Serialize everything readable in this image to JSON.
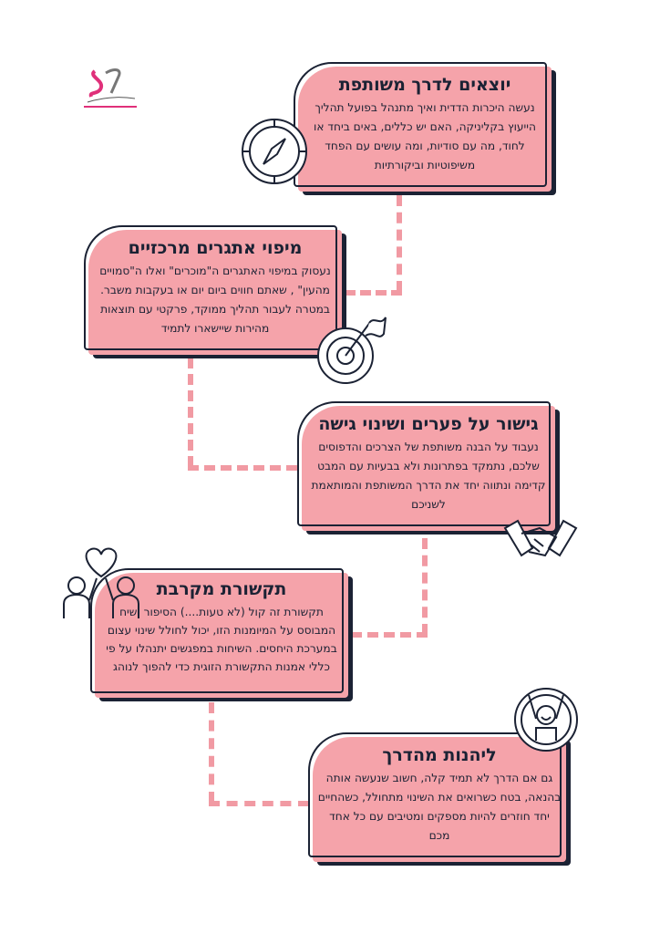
{
  "logo": {
    "alt": "logo"
  },
  "steps": [
    {
      "title": "יוצאים לדרך משותפת",
      "body": "נעשה היכרות הדדית ואיך מתנהל בפועל תהליך הייעוץ בקליניקה, האם יש כללים, באים ביחד או לחוד, מה עם סודיות, ומה עושים עם הפחד משיפוטיות וביקורתיות",
      "icon": "compass-icon"
    },
    {
      "title": "מיפוי אתגרים מרכזיים",
      "body": "נעסוק במיפוי האתגרים ה\"מוכרים\" ואלו ה\"סמויים מהעין\" , שאתם חווים ביום יום או בעקבות משבר. במטרה לעבור תהליך ממוקד, פרקטי עם תוצאות מהירות שיישארו לתמיד",
      "icon": "target-flag-icon"
    },
    {
      "title": "גישור על פערים ושינוי גישה",
      "body": "נעבוד על הבנה משותפת של הצרכים והדפוסים שלכם, נתמקד בפתרונות ולא בבעיות עם המבט קדימה ונתווה יחד את הדרך המשותפת והמותאמת לשניכם",
      "icon": "handshake-icon"
    },
    {
      "title": "תקשורת מקרבת",
      "body": "תקשורת זה קול (לא טעות....) הסיפור ושיח המבוסס על המיומנות הזו, יכול לחולל שינוי עצום במערכת היחסים. השיחות במפגשים יתנהלו על פי כללי אמנות התקשורת הזוגית כדי להפוך לנוהג",
      "icon": "couple-heart-icon"
    },
    {
      "title": "ליהנות מהדרך",
      "body": "גם אם הדרך לא תמיד קלה, חשוב שנעשה אותה בהנאה, בטח כשרואים את השינוי מתחולל, כשהחיים יחד חוזרים להיות מספקים ומטיבים עם כל אחד מכם",
      "icon": "cheering-person-icon"
    }
  ],
  "colors": {
    "pink": "#f5a3aa",
    "navy": "#1b2234",
    "dash": "#f19aa3"
  }
}
